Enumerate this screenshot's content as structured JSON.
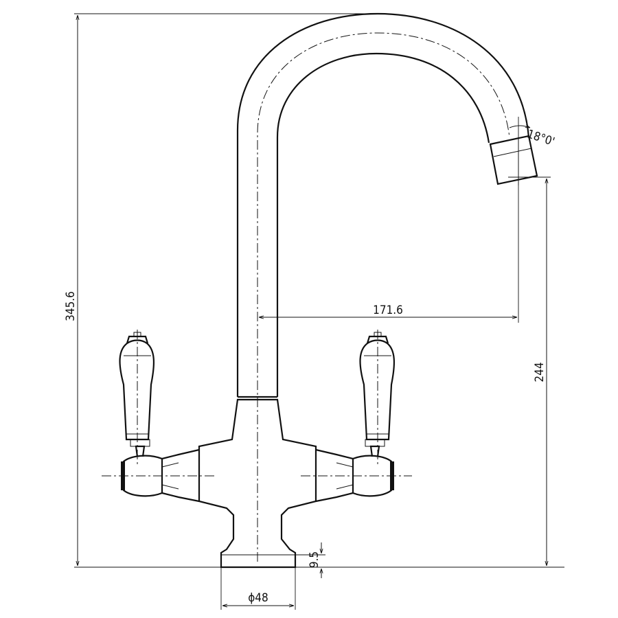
{
  "drawing": {
    "subject": "tap-drawing",
    "dimensions": {
      "overall_height": "345.6",
      "outlet_height": "244",
      "spout_reach": "171.6",
      "base_diameter": "ϕ48",
      "base_thickness": "9.5",
      "outlet_angle": "18°0'"
    },
    "colors": {
      "line": "#111111",
      "background": "#ffffff"
    }
  }
}
